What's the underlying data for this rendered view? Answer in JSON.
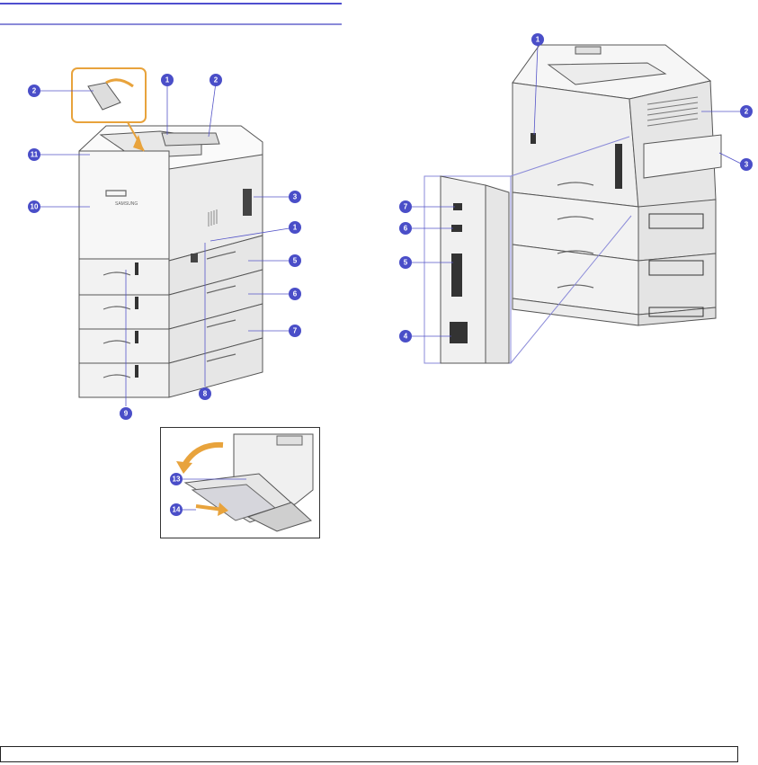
{
  "page": {
    "header_rule_color": "#4f4fcf",
    "callout_color": "#4a4ec8",
    "accent_color": "#e8a33c"
  },
  "printer_brand": "SAMSUNG",
  "front_view": {
    "callouts": [
      "2",
      "1",
      "2",
      "11",
      "3",
      "10",
      "1",
      "5",
      "6",
      "7",
      "8",
      "9"
    ]
  },
  "inset_tray": {
    "callouts": [
      "13",
      "14"
    ]
  },
  "rear_view": {
    "callouts": [
      "1",
      "2",
      "3",
      "7",
      "6",
      "5",
      "4"
    ]
  }
}
